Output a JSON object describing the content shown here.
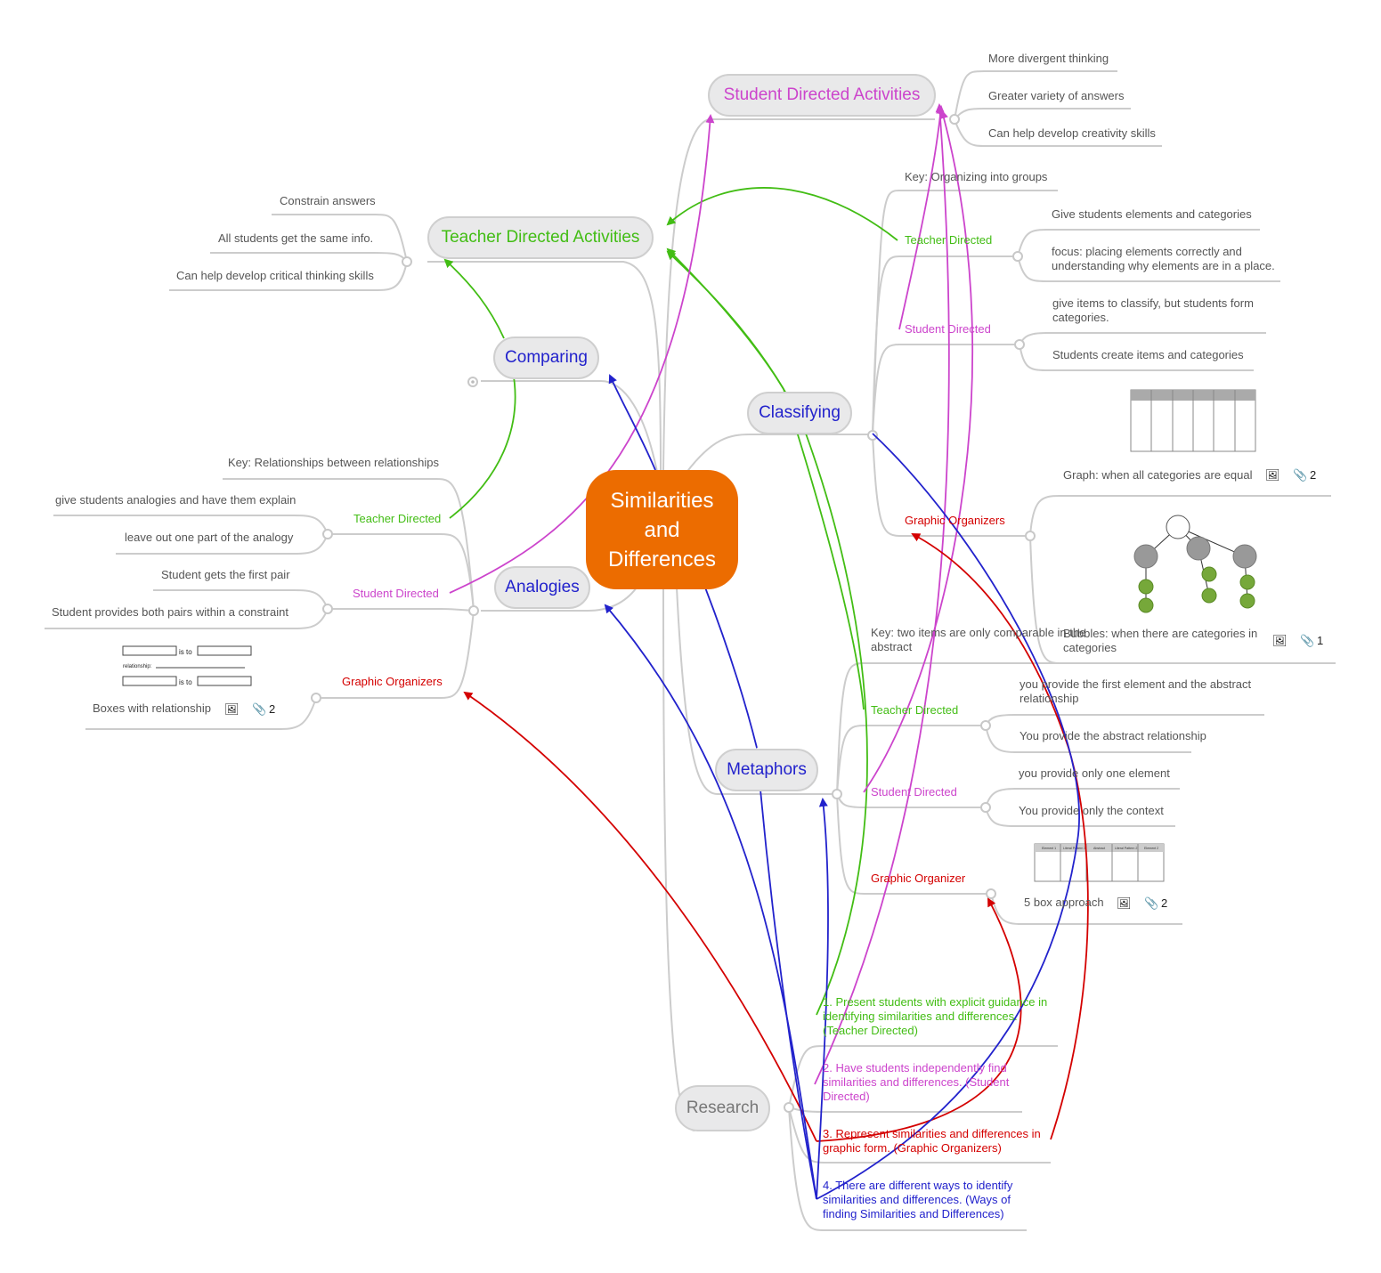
{
  "center": {
    "line1": "Similarities",
    "line2": "and",
    "line3": "Differences"
  },
  "main_topics": {
    "student_directed": "Student Directed Activities",
    "teacher_directed": "Teacher Directed Activities",
    "comparing": "Comparing",
    "classifying": "Classifying",
    "analogies": "Analogies",
    "metaphors": "Metaphors",
    "research": "Research"
  },
  "student_directed_items": [
    "More divergent thinking",
    "Greater variety of answers",
    "Can help develop creativity skills"
  ],
  "teacher_directed_items": [
    "Constrain answers",
    "All students get the same info.",
    "Can help develop critical thinking skills"
  ],
  "classifying": {
    "key": "Key:  Organizing into groups",
    "teacher_directed": "Teacher Directed",
    "teacher_items": [
      "Give students elements and categories",
      "focus:  placing elements correctly and understanding why elements are in a place."
    ],
    "student_directed": "Student Directed",
    "student_items": [
      "give items to classify, but students form categories.",
      "Students create items and categories"
    ],
    "graphic_organizers": "Graphic Organizers",
    "graph_label": "Graph:  when all categories are equal",
    "graph_attach": "2",
    "bubbles_label": "Bubbles:  when there are categories in categories",
    "bubbles_attach": "1"
  },
  "analogies": {
    "key": "Key:  Relationships between relationships",
    "teacher_directed": "Teacher Directed",
    "teacher_items": [
      "give students analogies and have them explain",
      "leave out one part of the analogy"
    ],
    "student_directed": "Student Directed",
    "student_items": [
      "Student gets the first pair",
      "Student provides both pairs within a constraint"
    ],
    "graphic_organizers": "Graphic Organizers",
    "organizer_label": "Boxes with relationship",
    "organizer_attach": "2",
    "is_to": "is to",
    "relationship": "relationship:"
  },
  "metaphors": {
    "key": "Key:  two items are only comparable in the abstract",
    "teacher_directed": "Teacher Directed",
    "teacher_items": [
      "you provide the first element and the abstract relationship",
      "You provide the abstract relationship"
    ],
    "student_directed": "Student Directed",
    "student_items": [
      "you provide only one element",
      "You provide only the context"
    ],
    "graphic_organizer": "Graphic Organizer",
    "organizer_label": "5 box approach",
    "organizer_attach": "2",
    "table_headers": [
      "Element 1",
      "Literal Pattern 1",
      "Abstract",
      "Literal Pattern 2",
      "Element 2"
    ]
  },
  "research": {
    "item1": "1.  Present students with explicit guidance in identifying similarities and differences.  (Teacher Directed)",
    "item2": "2.  Have students independently find similarities and differences.  (Student Directed)",
    "item3": "3.  Represent similarities and differences in graphic form.  (Graphic Organizers)",
    "item4": "4.  There are different ways to identify similarities and differences.  (Ways of finding Similarities and Differences)"
  },
  "icons": {
    "image": "image-icon",
    "attachment": "paperclip-icon"
  },
  "colors": {
    "center": "#ec6c00",
    "teacher": "#42bd14",
    "student": "#cc44cc",
    "organizer": "#d40000",
    "ways": "#2222cc",
    "branch": "#cccccc"
  }
}
